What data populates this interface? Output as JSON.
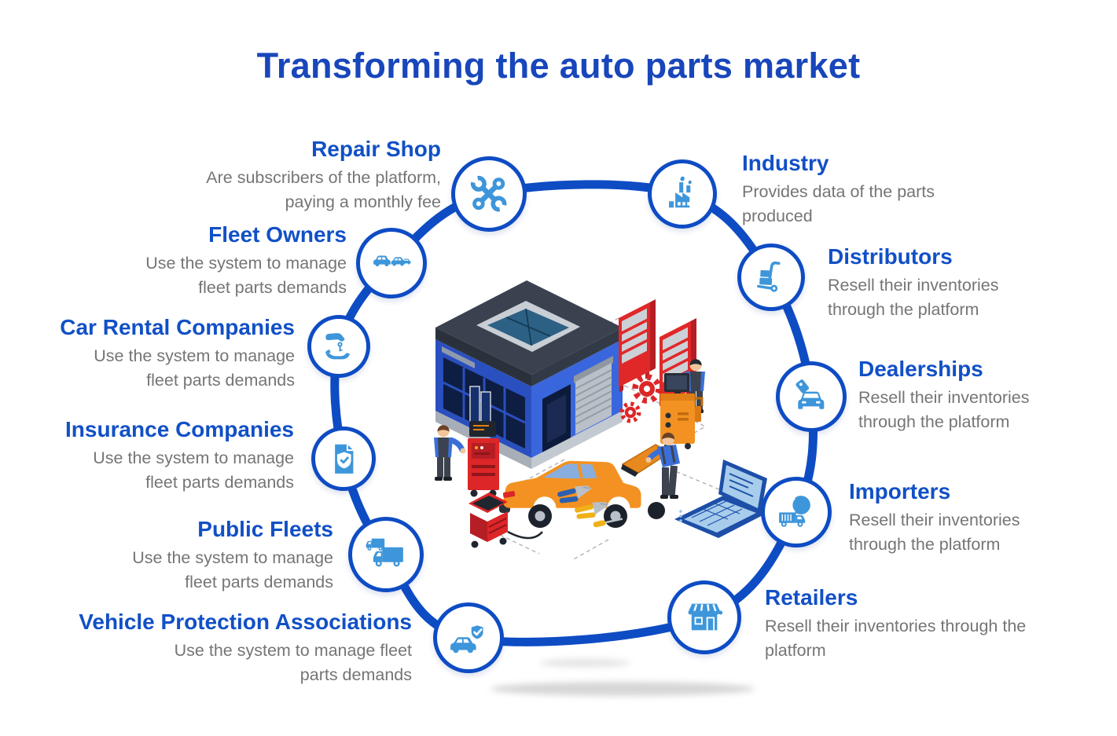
{
  "title": "Transforming the auto parts market",
  "items": [
    {
      "id": "repair-shop",
      "name": "Repair Shop",
      "description": "Are subscribers of the platform, paying a monthly fee",
      "icon": "wrenches-icon"
    },
    {
      "id": "industry",
      "name": "Industry",
      "description": "Provides data of the parts produced",
      "icon": "factory-icon"
    },
    {
      "id": "distributors",
      "name": "Distributors",
      "description": "Resell their inventories through the platform",
      "icon": "hand-truck-icon"
    },
    {
      "id": "dealerships",
      "name": "Dealerships",
      "description": "Resell their inventories through the platform",
      "icon": "car-price-tag-icon"
    },
    {
      "id": "importers",
      "name": "Importers",
      "description": "Resell their inventories through the platform",
      "icon": "globe-truck-icon"
    },
    {
      "id": "retailers",
      "name": "Retailers",
      "description": "Resell their inventories through the platform",
      "icon": "storefront-icon"
    },
    {
      "id": "vehicle-protection",
      "name": "Vehicle Protection Associations",
      "description": "Use the system to manage fleet parts demands",
      "icon": "car-shield-icon"
    },
    {
      "id": "public-fleets",
      "name": "Public Fleets",
      "description": "Use the system to manage fleet parts demands",
      "icon": "trucks-icon"
    },
    {
      "id": "insurance",
      "name": "Insurance Companies",
      "description": "Use the system to manage fleet parts demands",
      "icon": "policy-shield-icon"
    },
    {
      "id": "car-rental",
      "name": "Car Rental Companies",
      "description": "Use the system to manage fleet parts demands",
      "icon": "key-handover-icon"
    },
    {
      "id": "fleet-owners",
      "name": "Fleet Owners",
      "description": "Use the system to manage fleet parts demands",
      "icon": "fleet-cars-icon"
    }
  ],
  "colors": {
    "ring": "#0E4CC4",
    "node_border": "#0E4CC4",
    "icon": "#3E96DA",
    "title": "#1846BB",
    "heading": "#1150C6",
    "body_text": "#757575"
  }
}
